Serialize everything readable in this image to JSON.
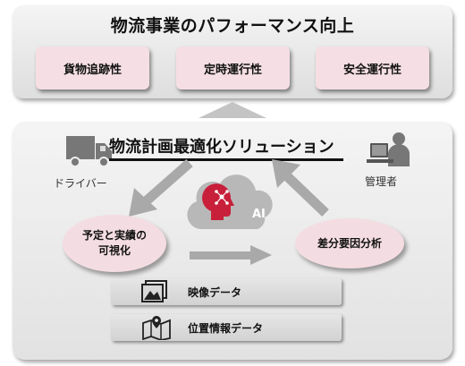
{
  "top": {
    "title": "物流事業のパフォーマンス向上",
    "boxes": [
      "貨物追跡性",
      "定時運行性",
      "安全運行性"
    ]
  },
  "solution": {
    "title": "物流計画最適化ソリューション",
    "driver_label": "ドライバー",
    "manager_label": "管理者",
    "ai_label": "AI",
    "left_ellipse": [
      "予定と実績の",
      "可視化"
    ],
    "right_ellipse": "差分要因分析",
    "bars": [
      "映像データ",
      "位置情報データ"
    ]
  },
  "colors": {
    "pink": "#f5dfe4",
    "gray_arrow": "#a9a9a9",
    "ai_red": "#c8203a",
    "cloud": "#b8b8b8"
  },
  "icons": [
    "truck-icon",
    "person-at-computer-icon",
    "ai-head-icon",
    "cloud-icon",
    "image-icon",
    "map-pin-icon"
  ]
}
